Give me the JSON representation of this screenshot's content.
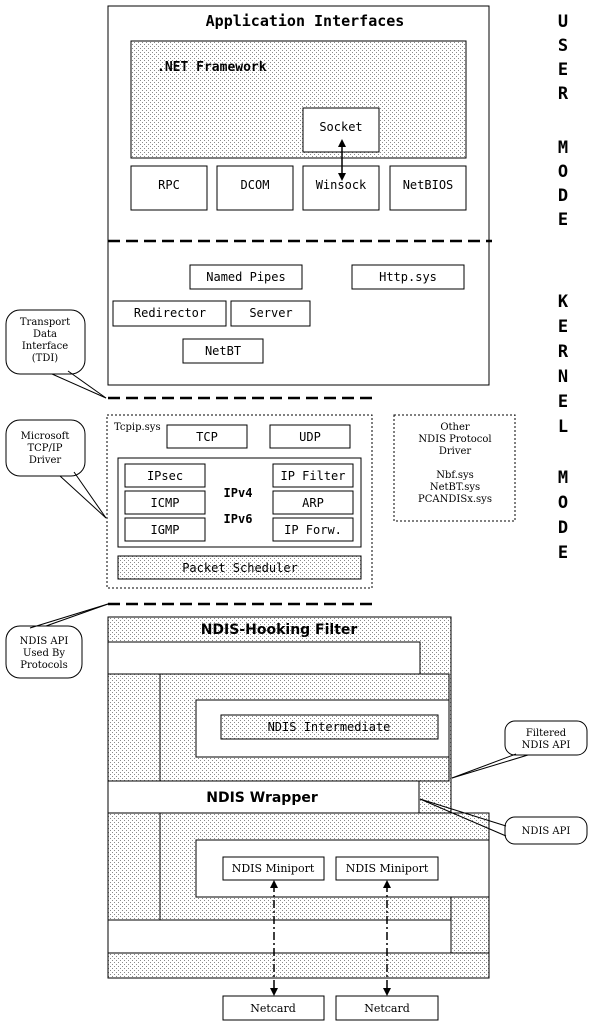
{
  "user_space": {
    "title": "Application Interfaces",
    "net_framework": ".NET Framework",
    "socket": "Socket",
    "rpc": "RPC",
    "dcom": "DCOM",
    "winsock": "Winsock",
    "netbios": "NetBIOS"
  },
  "kernel_upper": {
    "named_pipes": "Named Pipes",
    "http_sys": "Http.sys",
    "redirector": "Redirector",
    "server": "Server",
    "netbt": "NetBT"
  },
  "side_labels": {
    "user_mode_letters": [
      "U",
      "S",
      "E",
      "R",
      "",
      "M",
      "O",
      "D",
      "E"
    ],
    "kernel_mode_letters": [
      "K",
      "E",
      "R",
      "N",
      "E",
      "L",
      "",
      "M",
      "O",
      "D",
      "E"
    ]
  },
  "callouts": {
    "tdi": [
      "Transport",
      "Data",
      "Interface",
      "(TDI)"
    ],
    "tcpip_driver": [
      "Microsoft",
      "TCP/IP",
      "Driver"
    ],
    "ndis_api_protocols": [
      "NDIS API",
      "Used By",
      "Protocols"
    ],
    "filtered_ndis_api": [
      "Filtered",
      "NDIS API"
    ],
    "ndis_api": "NDIS API"
  },
  "tcpip": {
    "file": "Tcpip.sys",
    "tcp": "TCP",
    "udp": "UDP",
    "ipsec": "IPsec",
    "icmp": "ICMP",
    "igmp": "IGMP",
    "ipv4": "IPv4",
    "ipv6": "IPv6",
    "ip_filter": "IP Filter",
    "arp": "ARP",
    "ip_forw": "IP Forw.",
    "packet_scheduler": "Packet Scheduler"
  },
  "other_protocols": {
    "title_lines": [
      "Other",
      "NDIS Protocol",
      "Driver"
    ],
    "files": [
      "Nbf.sys",
      "NetBT.sys",
      "PCANDISx.sys"
    ]
  },
  "ndis": {
    "hooking_filter": "NDIS-Hooking Filter",
    "intermediate": "NDIS Intermediate",
    "wrapper": "NDIS Wrapper",
    "miniport_1": "NDIS Miniport",
    "miniport_2": "NDIS Miniport",
    "netcard_1": "Netcard",
    "netcard_2": "Netcard"
  }
}
